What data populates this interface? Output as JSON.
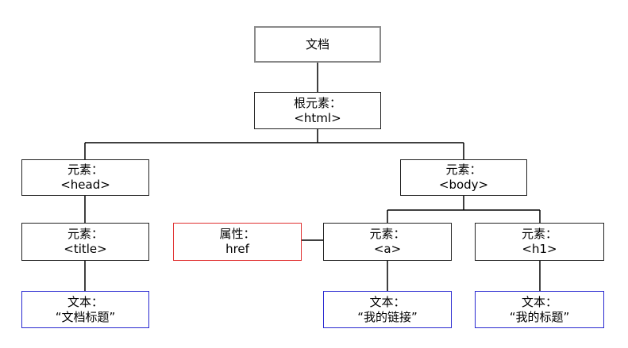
{
  "diagram": {
    "document": {
      "label": "文档"
    },
    "root": {
      "line1": "根元素：",
      "line2": "<html>"
    },
    "head": {
      "line1": "元素：",
      "line2": "<head>"
    },
    "body": {
      "line1": "元素：",
      "line2": "<body>"
    },
    "title": {
      "line1": "元素：",
      "line2": "<title>"
    },
    "attribute_href": {
      "line1": "属性：",
      "line2": "href"
    },
    "anchor": {
      "line1": "元素：",
      "line2": "<a>"
    },
    "h1": {
      "line1": "元素：",
      "line2": "<h1>"
    },
    "text_title": {
      "line1": "文本：",
      "line2": "“文档标题”"
    },
    "text_link": {
      "line1": "文本：",
      "line2": "“我的链接”"
    },
    "text_h1": {
      "line1": "文本：",
      "line2": "“我的标题”"
    }
  },
  "colors": {
    "document_border": "#8a8a8a",
    "element_border": "#222222",
    "attribute_border": "#e03030",
    "text_border": "#2828d0"
  }
}
